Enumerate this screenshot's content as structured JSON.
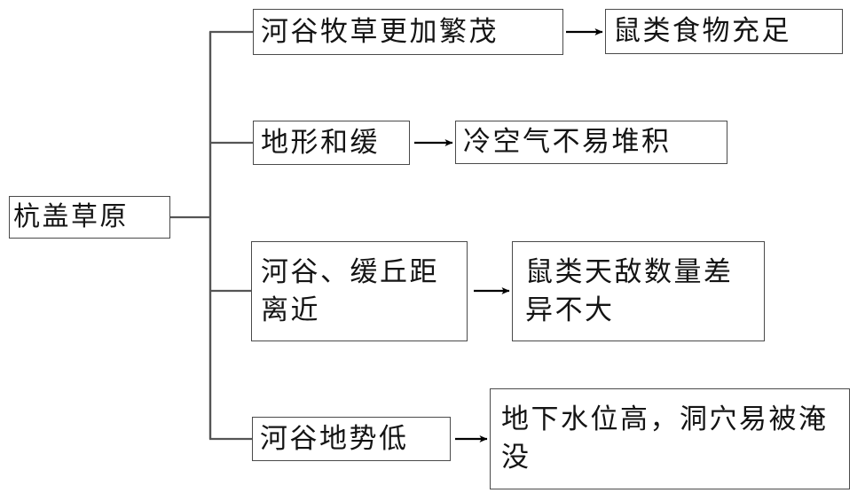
{
  "diagram": {
    "type": "cause-effect-tree",
    "root": {
      "label": "杭盖草原"
    },
    "branches": [
      {
        "id": "branch-1",
        "cause": "河谷牧草更加繁茂",
        "effect": "鼠类食物充足",
        "arrow": "arrow-right"
      },
      {
        "id": "branch-2",
        "cause": "地形和缓",
        "effect": "冷空气不易堆积",
        "arrow": "arrow-right"
      },
      {
        "id": "branch-3",
        "cause": "河谷、缓丘距离近",
        "effect": "鼠类天敌数量差异不大",
        "arrow": "arrow-right"
      },
      {
        "id": "branch-4",
        "cause": "河谷地势低",
        "effect": "地下水位高，洞穴易被淹没",
        "arrow": "arrow-right"
      }
    ],
    "colors": {
      "background": "#ffffff",
      "box_border": "#4a4a4a",
      "text": "#141414",
      "connector": "#555555",
      "arrow": "#000000"
    }
  }
}
